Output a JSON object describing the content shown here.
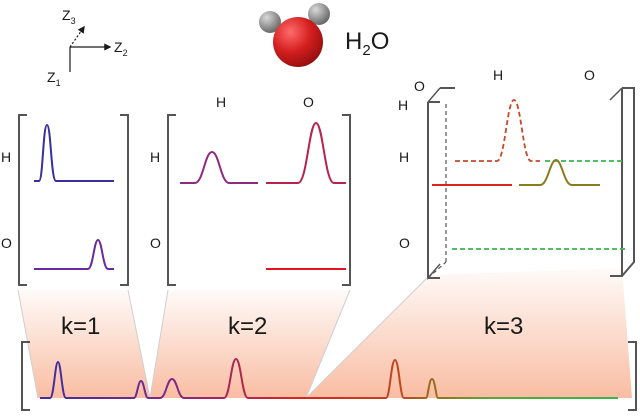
{
  "axes": {
    "z1": "Z",
    "z1_sub": "1",
    "z2": "Z",
    "z2_sub": "2",
    "z3": "Z",
    "z3_sub": "3"
  },
  "molecule": {
    "formula_main": "H",
    "formula_sub": "2",
    "formula_end": "O",
    "colors": {
      "oxygen": "#c4161c",
      "hydrogen": "#808080"
    }
  },
  "panel_k1": {
    "row_labels": [
      "H",
      "O"
    ],
    "colors": {
      "h_curve": "#3b2f9e",
      "o_curve": "#6a2aa0"
    }
  },
  "panel_k2": {
    "col_labels": [
      "H",
      "O"
    ],
    "row_labels": [
      "H",
      "O"
    ],
    "colors": {
      "hh_curve": "#8e2a80",
      "ho_curve": "#b8224f",
      "oo_line": "#e3151e"
    }
  },
  "panel_k3": {
    "top_labels": [
      "O",
      "H",
      "O"
    ],
    "row_labels": [
      "H",
      "H",
      "O"
    ],
    "colors": {
      "dashed_red": "#c44a2a",
      "solid_red": "#d7261d",
      "olive": "#8a7a1e",
      "dashed_green": "#39b54a"
    }
  },
  "k_labels": [
    "k=1",
    "k=2",
    "k=3"
  ],
  "colors": {
    "fan_fill": "#f7a784",
    "fan_edge": "#d9d9d9",
    "bracket": "#555555"
  }
}
